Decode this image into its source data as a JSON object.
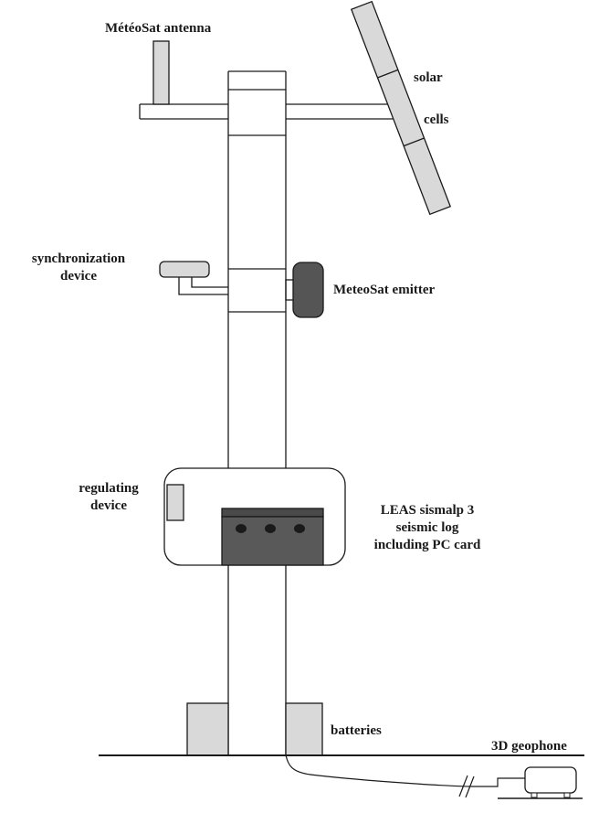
{
  "labels": {
    "meteosat_antenna": "MétéoSat antenna",
    "solar": "solar",
    "cells": "cells",
    "sync_line1": "synchronization",
    "sync_line2": "device",
    "meteosat_emitter": "MeteoSat emitter",
    "regulating_line1": "regulating",
    "regulating_line2": "device",
    "leas_line1": "LEAS sismalp 3",
    "leas_line2": "seismic log",
    "leas_line3": "including PC card",
    "batteries": "batteries",
    "geophone": "3D geophone"
  },
  "colors": {
    "line": "#1a1a1a",
    "light_fill": "#d9d9d9",
    "dark_fill": "#595959",
    "darker_fill": "#4a4a4a",
    "emitter_fill": "#555555",
    "hole_fill": "#1a1a1a"
  }
}
